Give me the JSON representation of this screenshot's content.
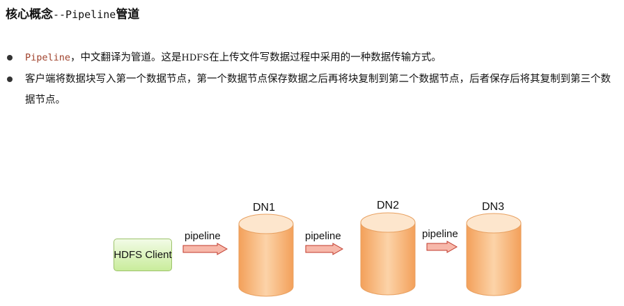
{
  "title": {
    "prefix": "核心概念",
    "mono": "--Pipeline",
    "suffix": "管道"
  },
  "bullets": [
    {
      "code": "Pipeline",
      "text_a": "，中文翻译为管道。这是",
      "serif": "HDFS",
      "text_b": "在上传文件写数据过程中采用的一种数据传输方式。"
    },
    {
      "text": "客户端将数据块写入第一个数据节点，第一个数据节点保存数据之后再将块复制到第二个数据节点，后者保存后将其复制到第三个数据节点。"
    }
  ],
  "diagram": {
    "client_label": "HDFS Client",
    "pipeline_labels": [
      "pipeline",
      "pipeline",
      "pipeline"
    ],
    "nodes": [
      "DN1",
      "DN2",
      "DN3"
    ],
    "colors": {
      "cylinder_light": "#fde0c2",
      "cylinder_mid": "#f9c08a",
      "cylinder_dark": "#f3a05a",
      "arrow_fill": "#f7b8aa",
      "arrow_stroke": "#c0392b",
      "client_fill": "#d5f0b0"
    }
  }
}
